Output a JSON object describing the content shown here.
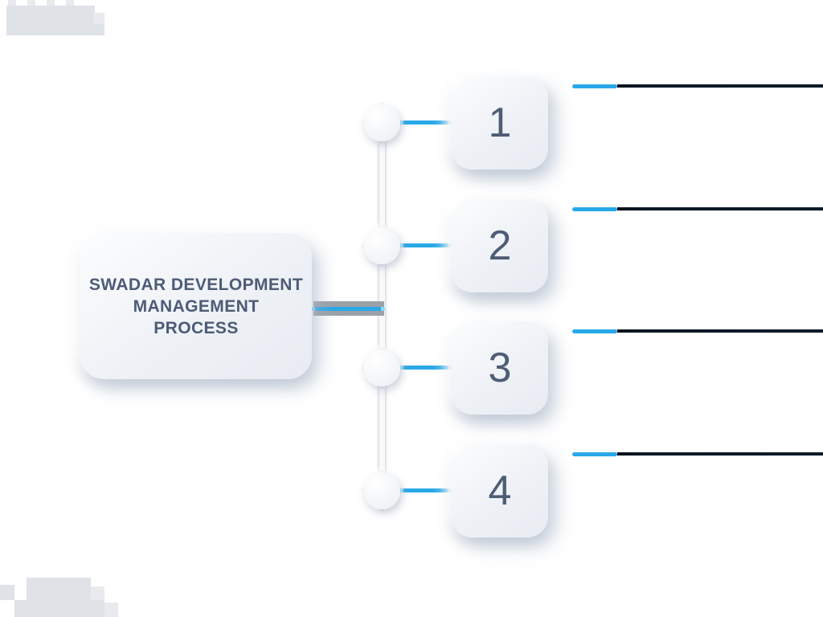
{
  "diagram": {
    "title_lines": [
      "SWADAR DEVELOPMENT",
      "MANAGEMENT",
      "PROCESS"
    ],
    "steps": [
      {
        "number": "1"
      },
      {
        "number": "2"
      },
      {
        "number": "3"
      },
      {
        "number": "4"
      }
    ],
    "colors": {
      "accent_blue": "#29a8e8",
      "dark_navy_line": "#0c1a27",
      "slate_text": "#4d5b76",
      "card_fill_light": "#eef1f6",
      "decoration_gray": "#dfe2e7"
    }
  }
}
